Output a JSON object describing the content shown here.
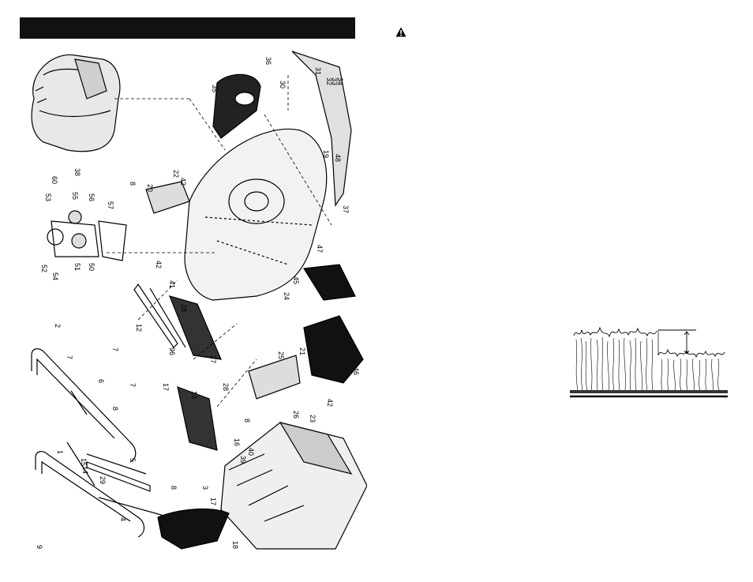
{
  "icons": {
    "warning": "warning-triangle-icon"
  },
  "parts_diagram": {
    "callouts": [
      {
        "n": "1"
      },
      {
        "n": "2"
      },
      {
        "n": "3"
      },
      {
        "n": "4"
      },
      {
        "n": "5"
      },
      {
        "n": "6"
      },
      {
        "n": "7"
      },
      {
        "n": "7"
      },
      {
        "n": "7"
      },
      {
        "n": "8"
      },
      {
        "n": "8"
      },
      {
        "n": "8"
      },
      {
        "n": "8"
      },
      {
        "n": "9"
      },
      {
        "n": "12"
      },
      {
        "n": "13"
      },
      {
        "n": "14"
      },
      {
        "n": "15"
      },
      {
        "n": "16"
      },
      {
        "n": "17"
      },
      {
        "n": "17"
      },
      {
        "n": "18"
      },
      {
        "n": "19"
      },
      {
        "n": "20"
      },
      {
        "n": "21"
      },
      {
        "n": "22"
      },
      {
        "n": "23"
      },
      {
        "n": "24"
      },
      {
        "n": "25"
      },
      {
        "n": "26"
      },
      {
        "n": "27"
      },
      {
        "n": "28"
      },
      {
        "n": "28"
      },
      {
        "n": "29"
      },
      {
        "n": "30"
      },
      {
        "n": "31"
      },
      {
        "n": "32"
      },
      {
        "n": "33"
      },
      {
        "n": "34"
      },
      {
        "n": "35"
      },
      {
        "n": "36"
      },
      {
        "n": "37"
      },
      {
        "n": "38"
      },
      {
        "n": "39"
      },
      {
        "n": "40"
      },
      {
        "n": "41"
      },
      {
        "n": "42"
      },
      {
        "n": "42"
      },
      {
        "n": "42"
      },
      {
        "n": "45"
      },
      {
        "n": "46"
      },
      {
        "n": "47"
      },
      {
        "n": "48"
      },
      {
        "n": "50"
      },
      {
        "n": "51"
      },
      {
        "n": "52"
      },
      {
        "n": "53"
      },
      {
        "n": "54"
      },
      {
        "n": "55"
      },
      {
        "n": "56"
      },
      {
        "n": "57"
      },
      {
        "n": "60"
      },
      {
        "n": "96"
      }
    ]
  }
}
